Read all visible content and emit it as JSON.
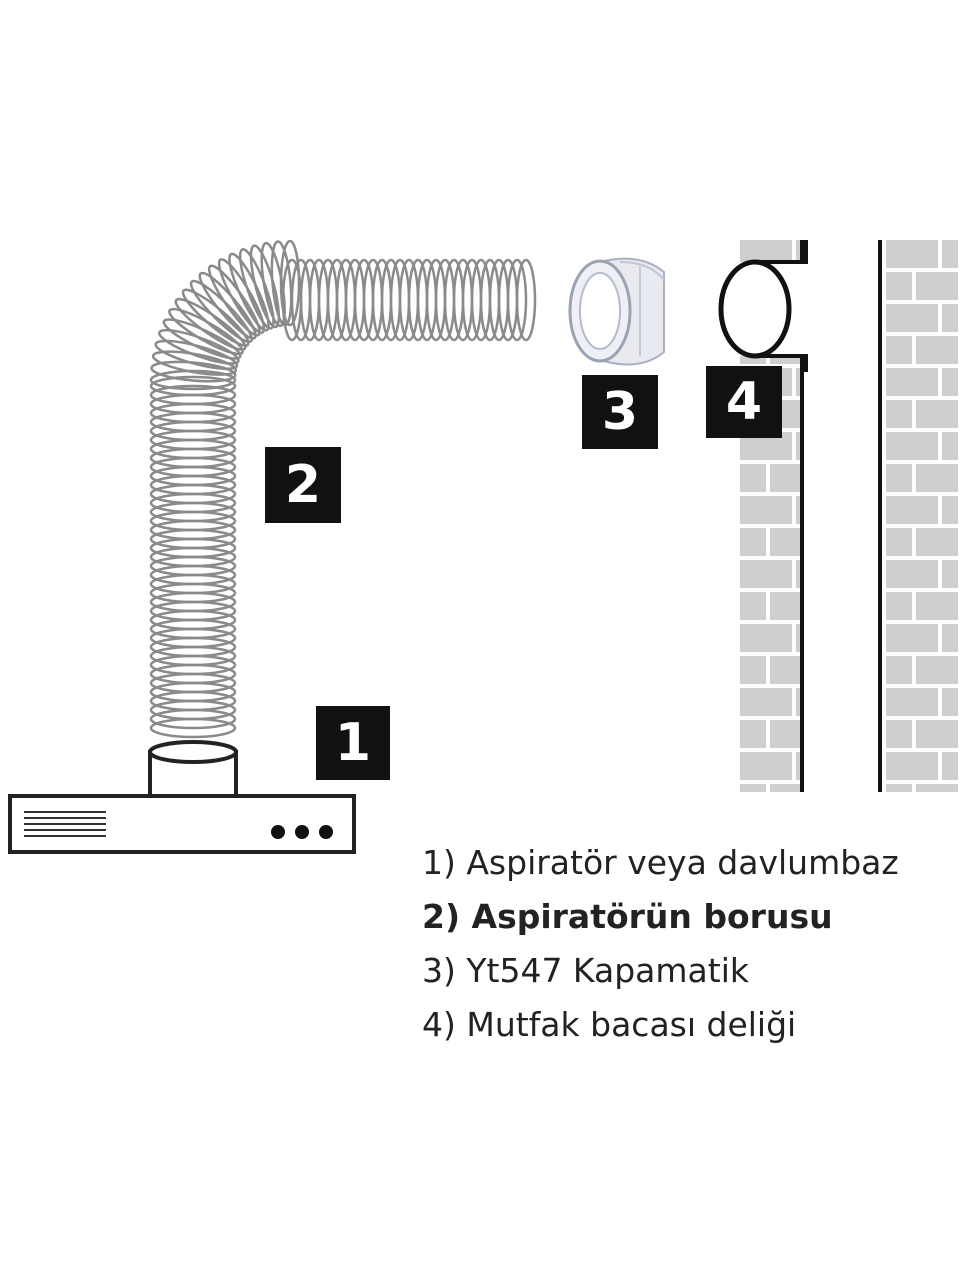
{
  "labels": {
    "n1": "1",
    "n2": "2",
    "n3": "3",
    "n4": "4"
  },
  "legend": [
    "1) Aspiratör veya davlumbaz",
    "2) Aspiratörün borusu",
    "3) Yt547 Kapamatik",
    "4) Mutfak bacası deliği"
  ],
  "colors": {
    "ink": "#111111",
    "line": "#333333",
    "brick": "#cfcfcf",
    "duct": "#8a8a8a"
  }
}
